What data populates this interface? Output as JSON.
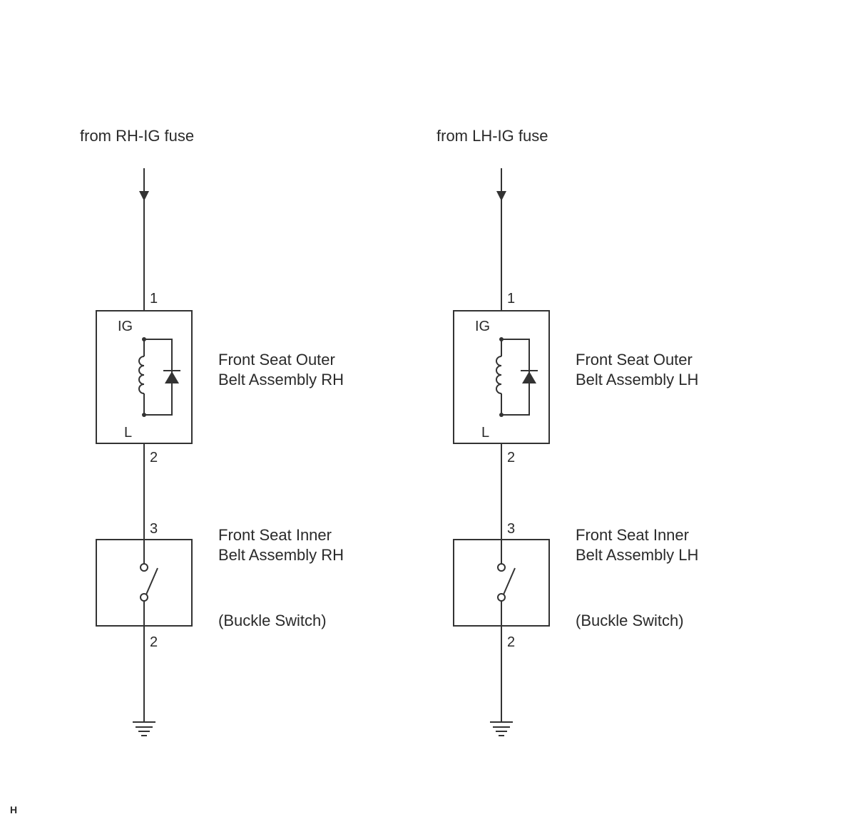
{
  "left_circuit": {
    "source_label": "from RH-IG fuse",
    "pin_in": "1",
    "terminal_ig": "IG",
    "terminal_l": "L",
    "pin_out": "2",
    "outer_belt_line1": "Front Seat Outer",
    "outer_belt_line2": "Belt Assembly RH",
    "switch_pin_in": "3",
    "inner_belt_line1": "Front Seat Inner",
    "inner_belt_line2": "Belt Assembly RH",
    "buckle_label": "(Buckle Switch)",
    "switch_pin_out": "2"
  },
  "right_circuit": {
    "source_label": "from LH-IG fuse",
    "pin_in": "1",
    "terminal_ig": "IG",
    "terminal_l": "L",
    "pin_out": "2",
    "outer_belt_line1": "Front Seat Outer",
    "outer_belt_line2": "Belt Assembly LH",
    "switch_pin_in": "3",
    "inner_belt_line1": "Front Seat Inner",
    "inner_belt_line2": "Belt Assembly LH",
    "buckle_label": "(Buckle Switch)",
    "switch_pin_out": "2"
  },
  "footer_code": "H"
}
